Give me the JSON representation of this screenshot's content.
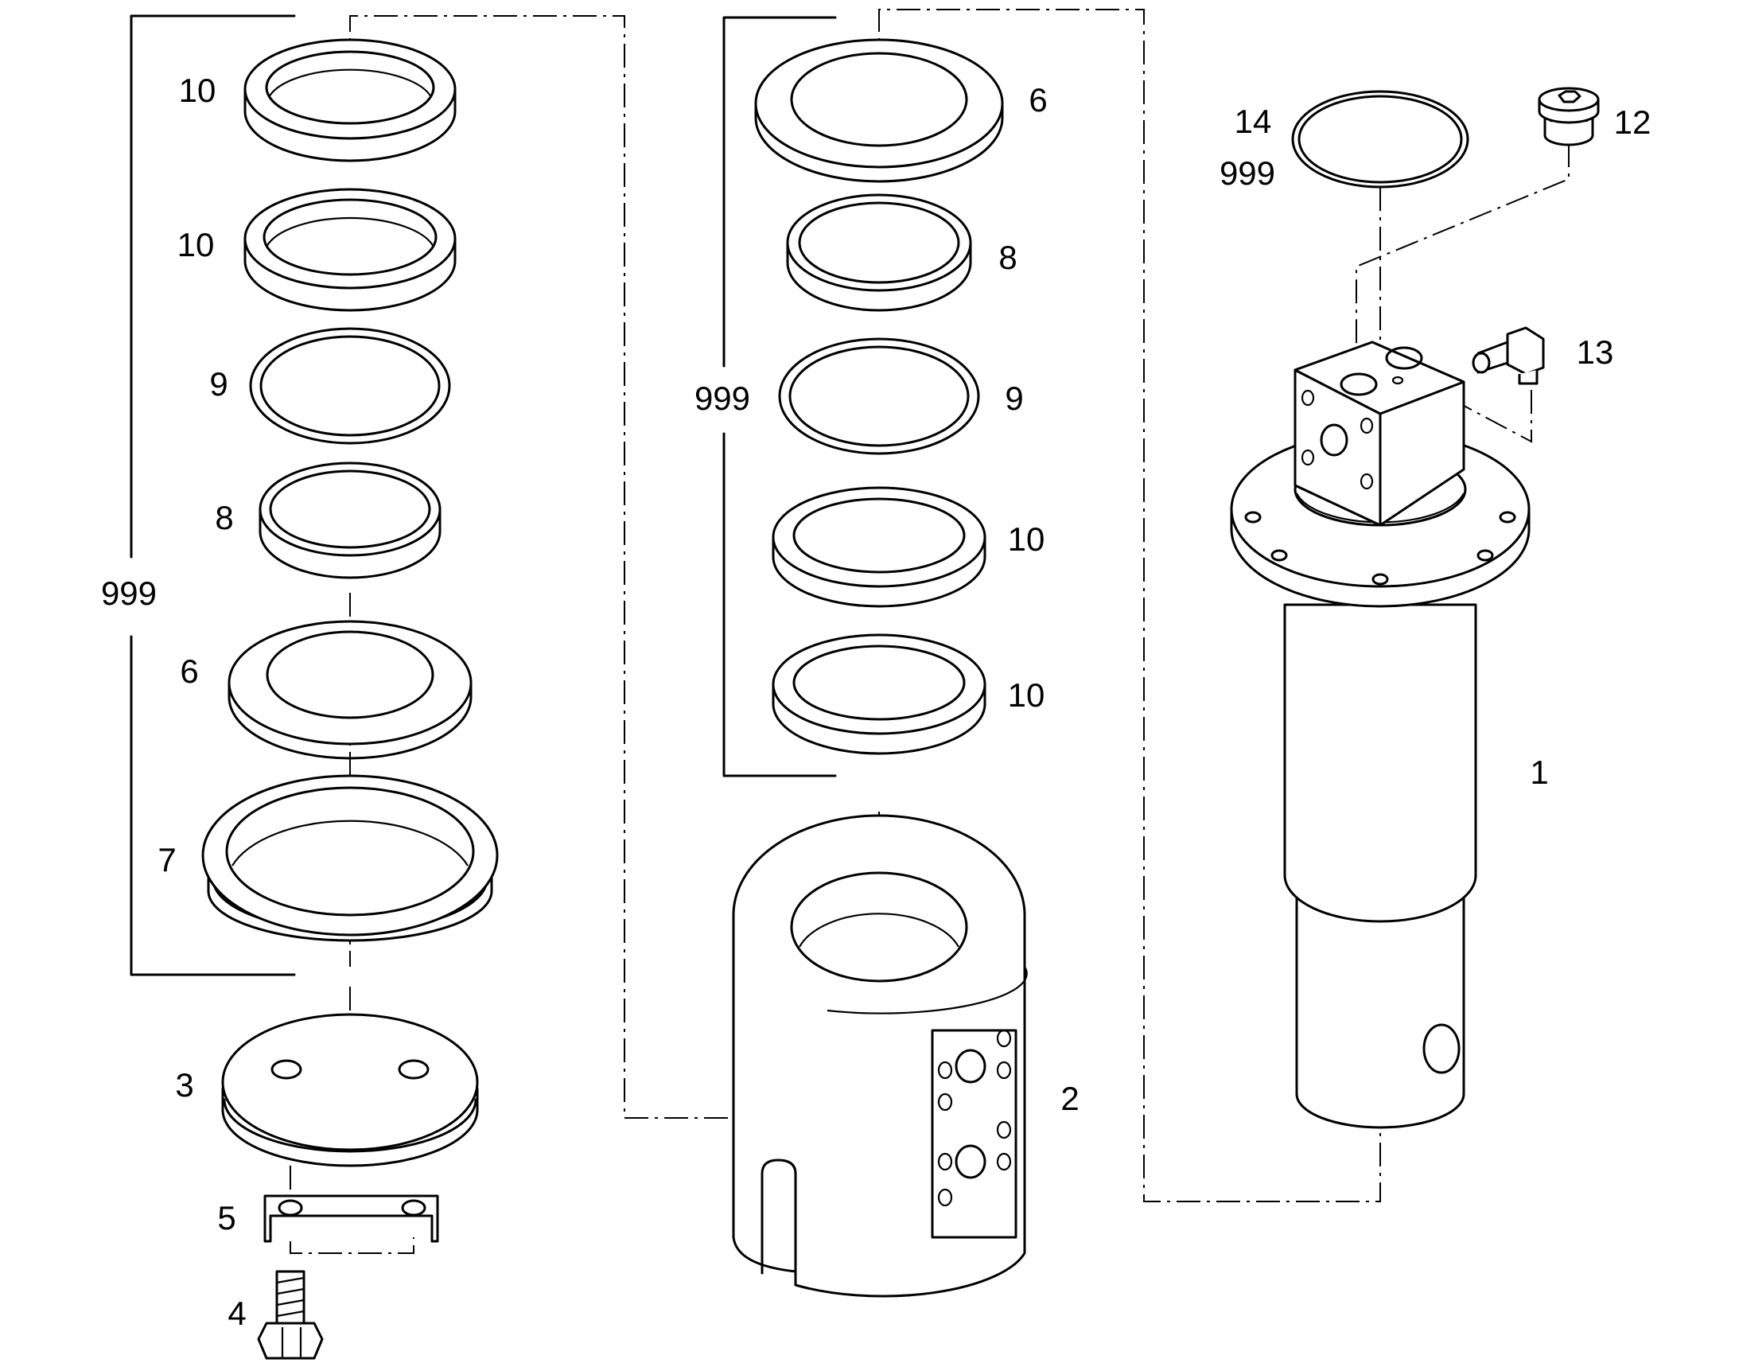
{
  "labels": {
    "l10a": "10",
    "l10b": "10",
    "l9a": "9",
    "l8a": "8",
    "l6a": "6",
    "l7": "7",
    "l999a": "999",
    "l3": "3",
    "l5": "5",
    "l4": "4",
    "l6b": "6",
    "l8b": "8",
    "l999b": "999",
    "l9b": "9",
    "l10c": "10",
    "l10d": "10",
    "l2": "2",
    "l14": "14",
    "l999c": "999",
    "l12": "12",
    "l13": "13",
    "l1": "1"
  }
}
